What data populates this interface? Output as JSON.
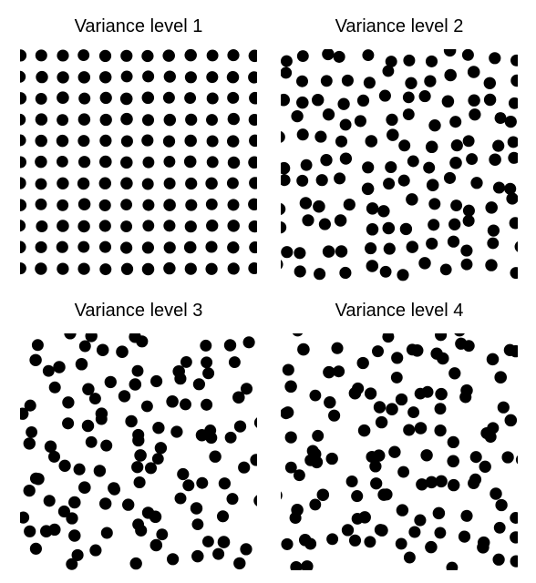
{
  "panels": [
    {
      "title": "Variance level 1",
      "variance_level": 1
    },
    {
      "title": "Variance level 2",
      "variance_level": 2
    },
    {
      "title": "Variance level 3",
      "variance_level": 3
    },
    {
      "title": "Variance level 4",
      "variance_level": 4
    }
  ],
  "dot_color": "#000000",
  "background_color": "#ffffff"
}
